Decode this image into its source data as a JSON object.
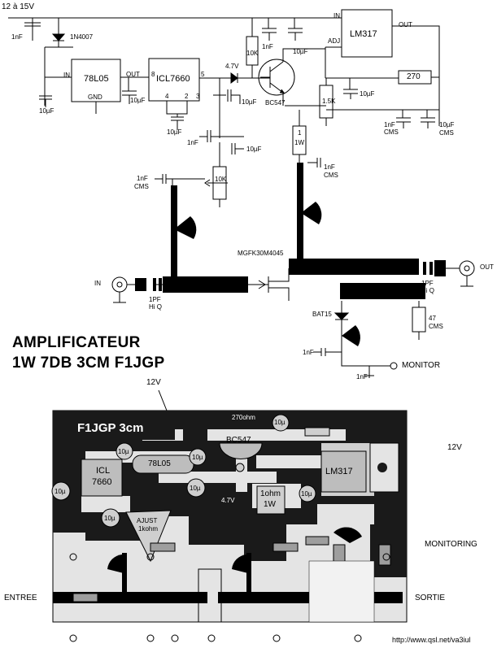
{
  "schematic": {
    "supply": "12 à 15V",
    "c_in_1nf": "1nF",
    "diode": "1N4007",
    "reg_78l05": "78L05",
    "reg_78l05_in": "IN",
    "reg_78l05_out": "OUT",
    "reg_78l05_gnd": "GND",
    "c_10uf_a": "10µF",
    "c_10uf_b": "10µF",
    "icl": "ICL7660",
    "icl_pin8": "8",
    "icl_pin5": "5",
    "icl_pin4": "4",
    "icl_pin2": "2",
    "icl_pin3": "3",
    "c_icl_10uf": "10µF",
    "zener": "4.7V",
    "c_zener_10uf": "10µF",
    "c_1nf_neg": "1nF",
    "c_10uf_neg": "10µF",
    "pot_10k": "10K",
    "c_gate_1nf": "1nF",
    "c_gate_cms": "CMS",
    "r_10k": "10K",
    "transistor": "BC547",
    "lm317": "LM317",
    "lm317_in": "IN",
    "lm317_out": "OUT",
    "lm317_adj": "ADJ",
    "c_top_1nf": "1nF",
    "c_top_10uf": "10µF",
    "r_270": "270",
    "c_adj_10uf": "10µF",
    "r_1k5": "1.5K",
    "c_out_1nf": "1nF",
    "c_out_1nf_cms": "CMS",
    "c_out_10uf": "10µF",
    "c_out_10uf_cms": "CMS",
    "r_1ohm_a": "1",
    "r_1ohm_b": "1W",
    "c_drain_1nf": "1nF",
    "c_drain_cms": "CMS",
    "fet": "MGFK30M4045",
    "in_label": "IN",
    "out_label": "OUT",
    "c_in_1pf": "1PF",
    "c_in_hiq": "Hi Q",
    "c_out_1pf": "1PF",
    "c_out_hiq": "Hi Q",
    "bat": "BAT15",
    "r_47": "47",
    "r_47_cms": "CMS",
    "c_mon_1nf": "1nF",
    "c_mon2_1nf": "1nF",
    "monitor": "MONITOR",
    "title_line1": "AMPLIFICATEUR",
    "title_line2": "1W 7DB 3CM F1JGP"
  },
  "pcb": {
    "v12_top": "12V",
    "v12_right": "12V",
    "name": "F1JGP 3cm",
    "r270": "270ohm",
    "bc547": "BC547",
    "c10u_a": "10µ",
    "c10u_b": "10µ",
    "c10u_c": "10µ",
    "c10u_d": "10µ",
    "c10u_e": "10µ",
    "c10u_f": "10µ",
    "c10u_g": "10µ",
    "reg78": "78L05",
    "icl1": "ICL",
    "icl2": "7660",
    "lm317": "LM317",
    "v47": "4.7V",
    "r1ohm_a": "1ohm",
    "r1ohm_b": "1W",
    "ajust1": "AJUST",
    "ajust2": "1kohm",
    "monitoring": "MONITORING",
    "entree": "ENTREE",
    "sortie": "SORTIE",
    "url": "http://www.qsl.net/va3iul"
  }
}
